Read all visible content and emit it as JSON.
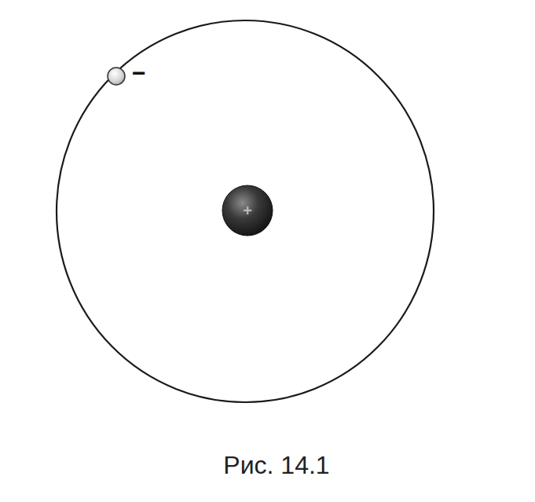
{
  "diagram": {
    "caption": "Рис. 14.1",
    "nodes": [
      {
        "text": [
          "−"
        ]
      },
      {
        "text": [
          "+"
        ]
      }
    ]
  }
}
